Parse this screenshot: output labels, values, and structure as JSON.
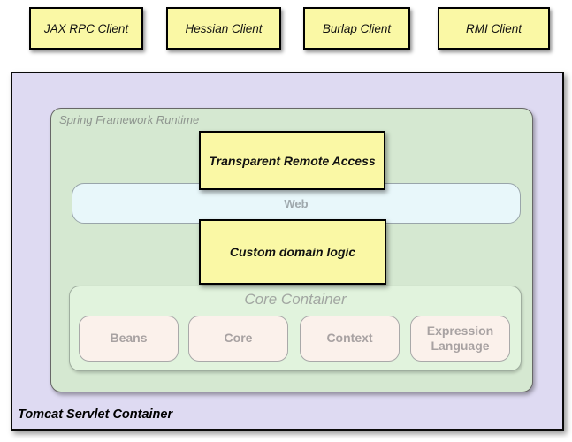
{
  "colors": {
    "box_yellow": "#faf8a5",
    "lavender": "#dedaf2",
    "runtime_green": "#d5e8d1",
    "core_green": "#e1f3dd",
    "web_blue": "#e8f7fa",
    "module_pink": "#fbf1eb"
  },
  "clients": [
    {
      "label": "JAX RPC Client"
    },
    {
      "label": "Hessian Client"
    },
    {
      "label": "Burlap Client"
    },
    {
      "label": "RMI Client"
    }
  ],
  "tomcat": {
    "label": "Tomcat Servlet Container"
  },
  "spring": {
    "label": "Spring Framework Runtime"
  },
  "remote_access": {
    "label": "Transparent Remote Access"
  },
  "web": {
    "label": "Web"
  },
  "domain_logic": {
    "label": "Custom domain logic"
  },
  "core_container": {
    "label": "Core Container",
    "modules": [
      "Beans",
      "Core",
      "Context",
      "Expression Language"
    ]
  }
}
